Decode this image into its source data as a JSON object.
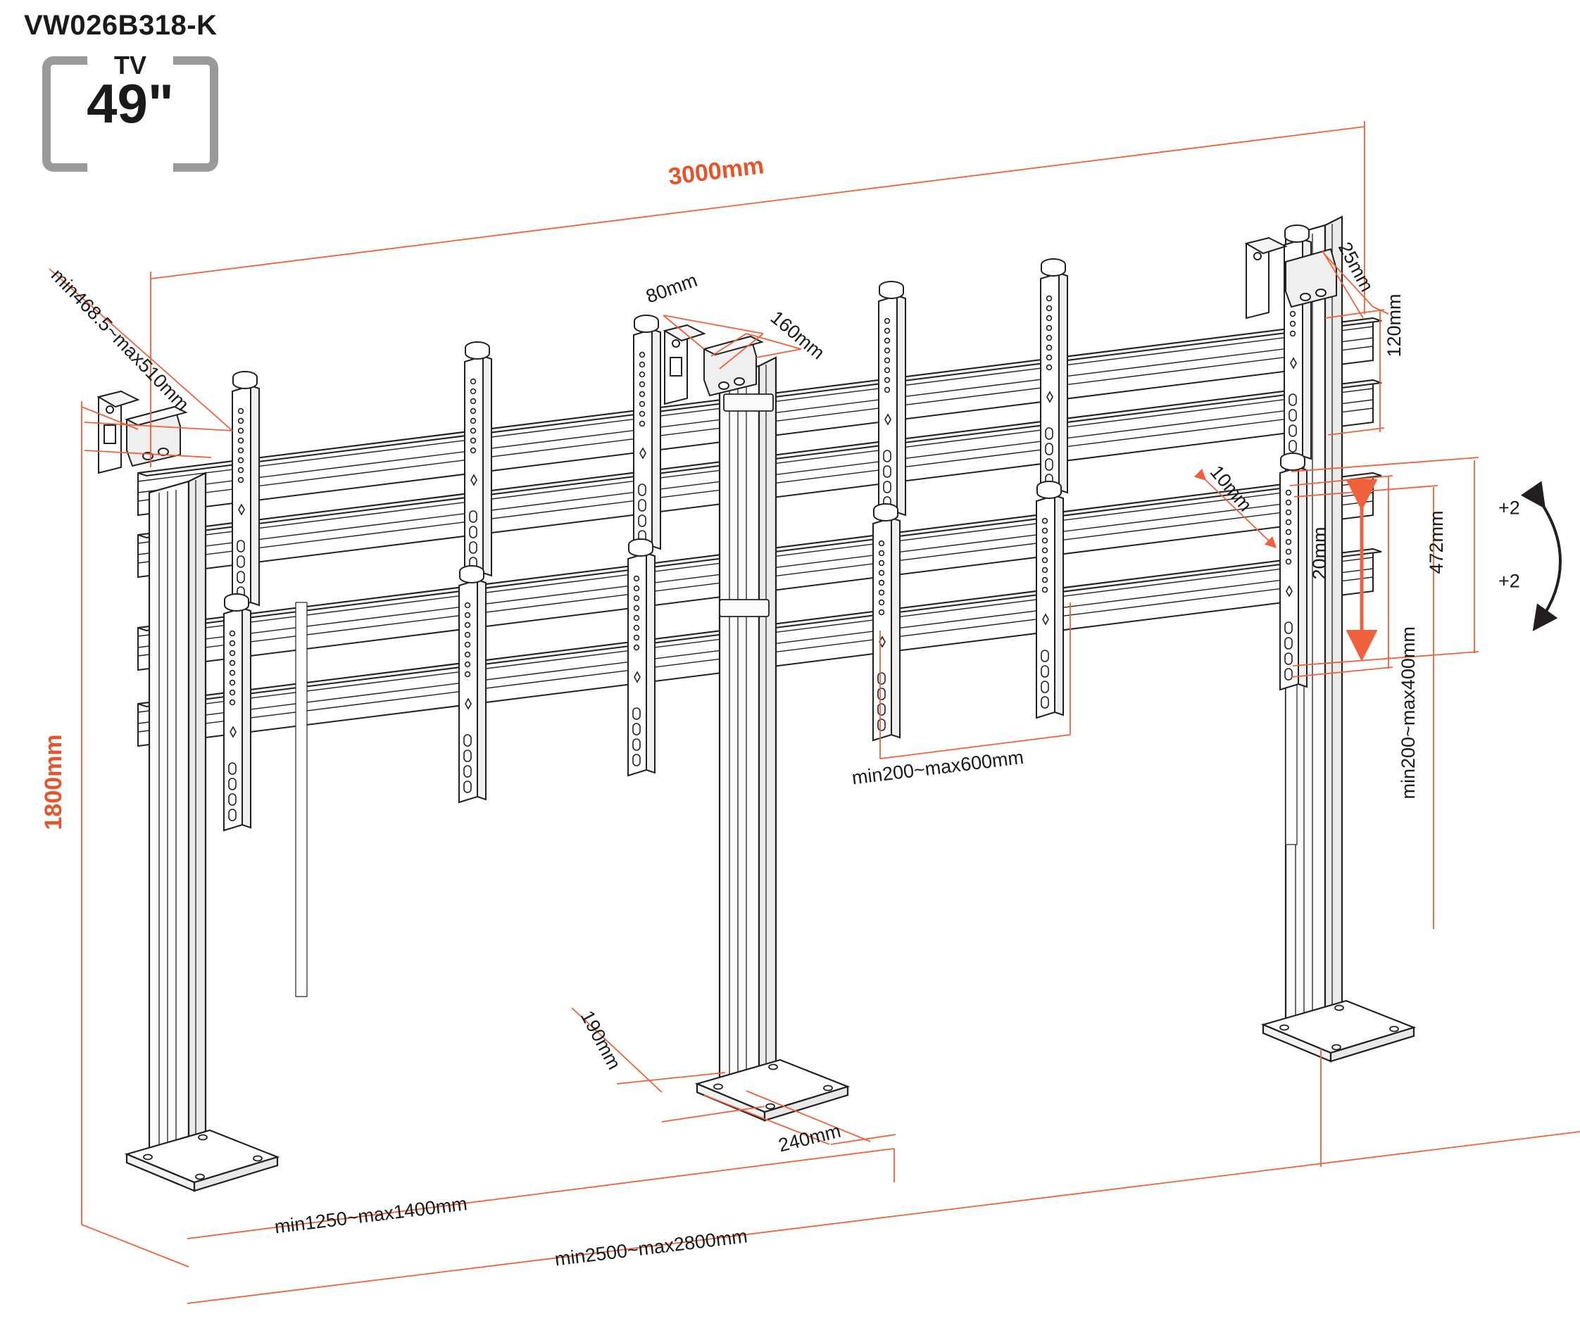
{
  "header": {
    "model_code": "VW026B318-K",
    "tv_label": "TV",
    "tv_size": "49\""
  },
  "colors": {
    "dimension_line": "#f0603a",
    "highlight_text": "#e8542a",
    "text": "#1a1a1a",
    "badge_bracket": "#9a9a9a",
    "artwork_line": "#231f20"
  },
  "dimensions": {
    "overall_width": "3000mm",
    "overall_height": "1800mm",
    "depth_range": "min468.5~max510mm",
    "bracket_offset": "25mm",
    "rail_height": "120mm",
    "mount_head_width": "80mm",
    "mount_head_length": "160mm",
    "rail_adjust": "10mm",
    "rail_step": "20mm",
    "screen_gap": "472mm",
    "tilt_up": "+2",
    "tilt_down": "+2",
    "vertical_range": "min200~max400mm",
    "horizontal_range": "min200~max600mm",
    "base_depth": "190mm",
    "base_width": "240mm",
    "inner_span": "min1250~max1400mm",
    "outer_span": "min2500~max2800mm"
  }
}
